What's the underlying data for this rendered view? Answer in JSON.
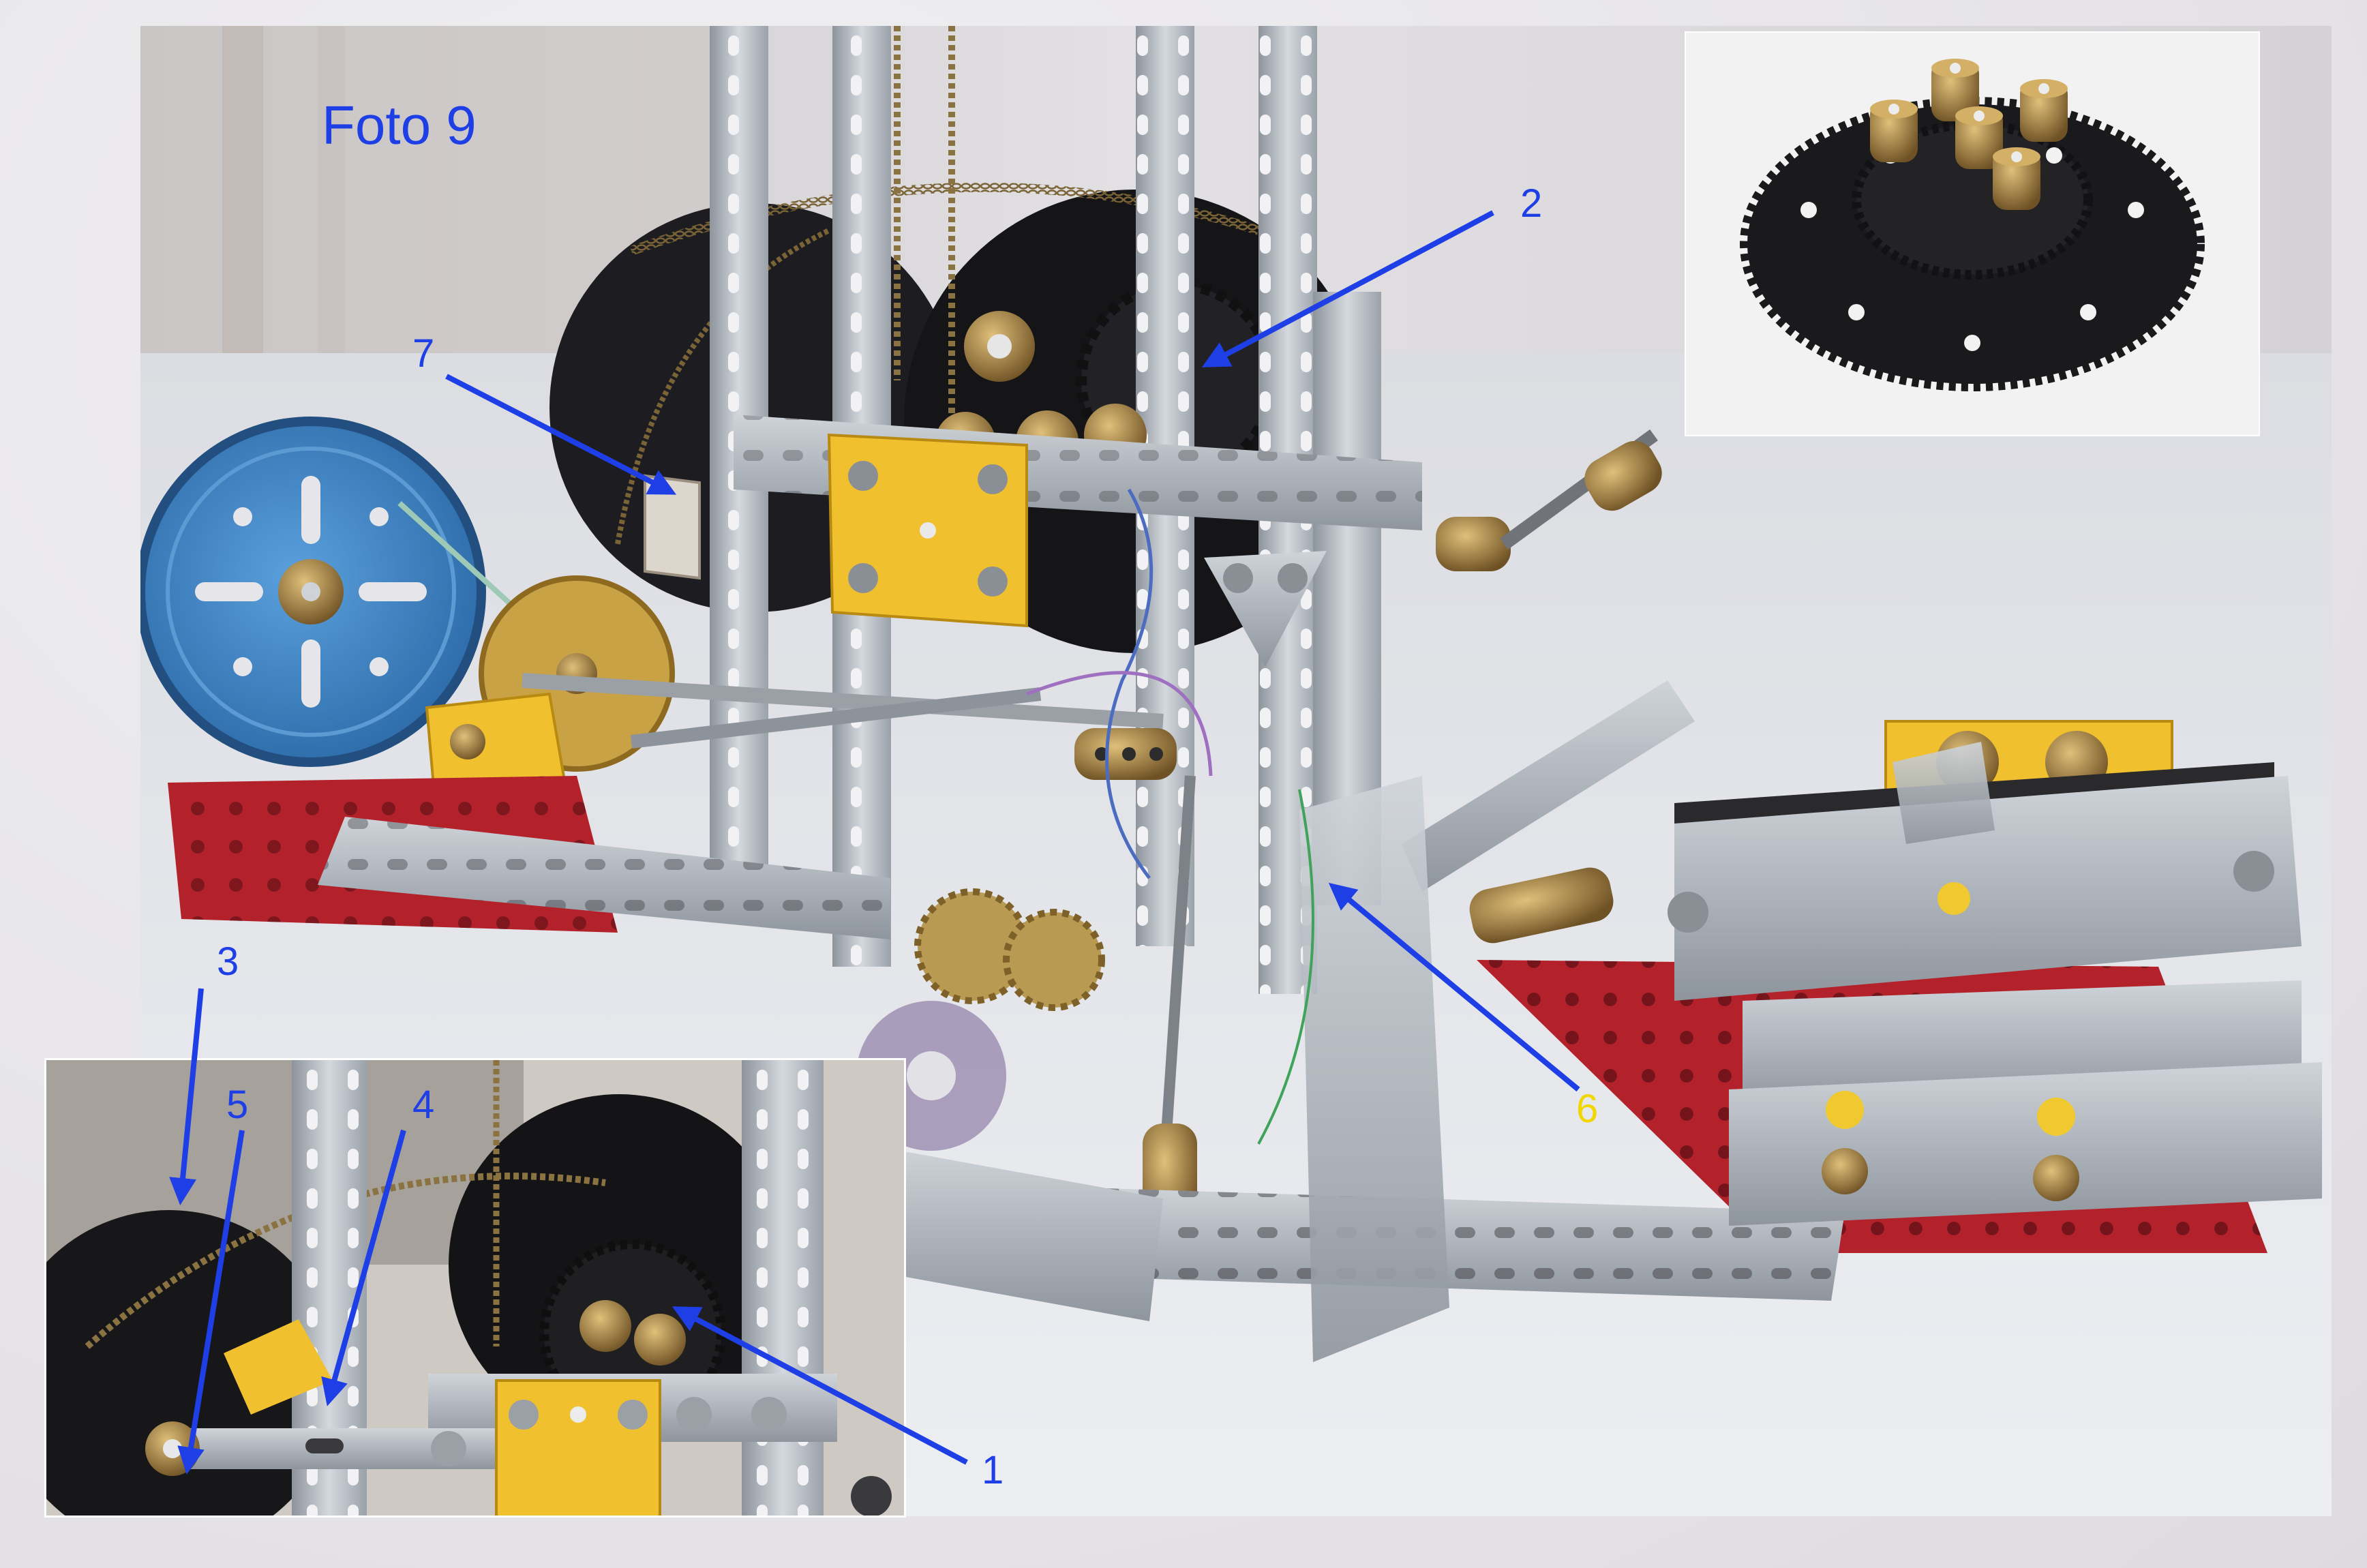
{
  "photo": {
    "caption": "Foto 9",
    "colors": {
      "callout_blue": "#1f3fe6",
      "callout_yellow": "#f2d600",
      "meccano_red": "#b3222b",
      "meccano_yellow": "#f0c02e",
      "meccano_blue": "#3d86c9",
      "galvanised": "#b8bec6",
      "gear_black": "#1b1b1e",
      "brass": "#a07a3c"
    },
    "callouts": [
      {
        "label": "1",
        "color": "#1f3fe6"
      },
      {
        "label": "2",
        "color": "#1f3fe6"
      },
      {
        "label": "3",
        "color": "#1f3fe6"
      },
      {
        "label": "4",
        "color": "#1f3fe6"
      },
      {
        "label": "5",
        "color": "#1f3fe6"
      },
      {
        "label": "6",
        "color": "#f2d600"
      },
      {
        "label": "7",
        "color": "#1f3fe6"
      }
    ]
  }
}
